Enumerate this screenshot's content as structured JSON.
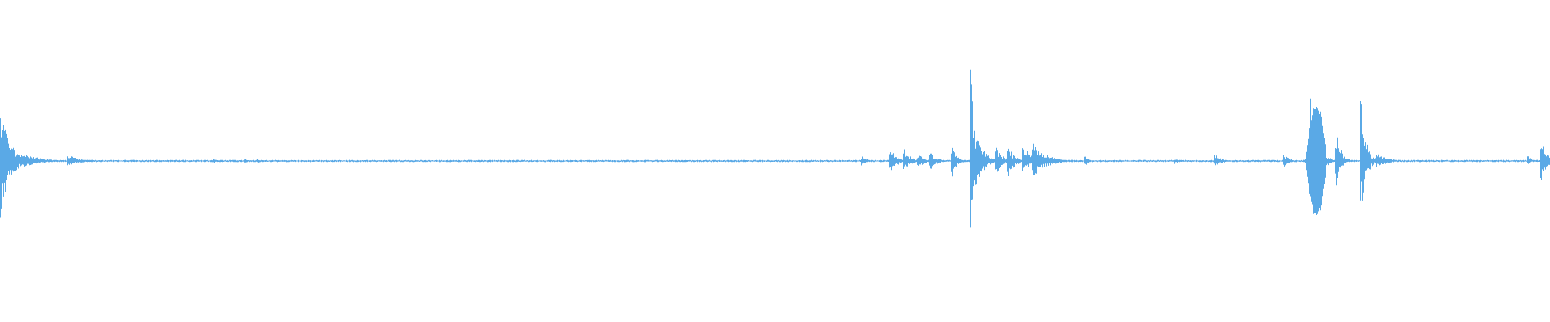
{
  "waveform": {
    "color": "#5aa9e6",
    "background": "#ffffff",
    "peaks": [
      {
        "t": 0.0,
        "up": 0.56,
        "down": 0.57,
        "decay": 0.006
      },
      {
        "t": 0.004,
        "up": 0.17,
        "down": 0.14,
        "decay": 0.01
      },
      {
        "t": 0.016,
        "up": 0.08,
        "down": 0.06,
        "decay": 0.01
      },
      {
        "t": 0.044,
        "up": 0.06,
        "down": 0.05,
        "decay": 0.008
      },
      {
        "t": 0.138,
        "up": 0.02,
        "down": 0.02,
        "decay": 0.002
      },
      {
        "t": 0.158,
        "up": 0.02,
        "down": 0.02,
        "decay": 0.003
      },
      {
        "t": 0.166,
        "up": 0.02,
        "down": 0.02,
        "decay": 0.003
      },
      {
        "t": 0.556,
        "up": 0.06,
        "down": 0.05,
        "decay": 0.003
      },
      {
        "t": 0.574,
        "up": 0.14,
        "down": 0.14,
        "decay": 0.004
      },
      {
        "t": 0.583,
        "up": 0.13,
        "down": 0.11,
        "decay": 0.004
      },
      {
        "t": 0.592,
        "up": 0.08,
        "down": 0.08,
        "decay": 0.004
      },
      {
        "t": 0.6,
        "up": 0.09,
        "down": 0.09,
        "decay": 0.004
      },
      {
        "t": 0.614,
        "up": 0.15,
        "down": 0.16,
        "decay": 0.003
      },
      {
        "t": 0.626,
        "up": 0.98,
        "down": 0.98,
        "decay": 0.003
      },
      {
        "t": 0.632,
        "up": 0.22,
        "down": 0.19,
        "decay": 0.004
      },
      {
        "t": 0.642,
        "up": 0.18,
        "down": 0.15,
        "decay": 0.004
      },
      {
        "t": 0.65,
        "up": 0.16,
        "down": 0.18,
        "decay": 0.004
      },
      {
        "t": 0.66,
        "up": 0.19,
        "down": 0.15,
        "decay": 0.004
      },
      {
        "t": 0.666,
        "up": 0.2,
        "down": 0.19,
        "decay": 0.008
      },
      {
        "t": 0.7,
        "up": 0.05,
        "down": 0.05,
        "decay": 0.002
      },
      {
        "t": 0.758,
        "up": 0.02,
        "down": 0.03,
        "decay": 0.003
      },
      {
        "t": 0.784,
        "up": 0.06,
        "down": 0.06,
        "decay": 0.004
      },
      {
        "t": 0.828,
        "up": 0.09,
        "down": 0.07,
        "decay": 0.003
      },
      {
        "t": 0.846,
        "up": 0.63,
        "down": 0.62,
        "decay": 0.004
      },
      {
        "t": 0.862,
        "up": 0.33,
        "down": 0.25,
        "decay": 0.003
      },
      {
        "t": 0.878,
        "up": 0.61,
        "down": 0.61,
        "decay": 0.003
      },
      {
        "t": 0.888,
        "up": 0.1,
        "down": 0.08,
        "decay": 0.006
      },
      {
        "t": 0.986,
        "up": 0.05,
        "down": 0.04,
        "decay": 0.002
      },
      {
        "t": 0.994,
        "up": 0.28,
        "down": 0.24,
        "decay": 0.003
      },
      {
        "t": 0.999,
        "up": 0.07,
        "down": 0.06,
        "decay": 0.002
      }
    ],
    "swells": [
      {
        "t0": 0.842,
        "t1": 0.856,
        "level": 0.6
      }
    ],
    "noise_floor": 0.008
  }
}
